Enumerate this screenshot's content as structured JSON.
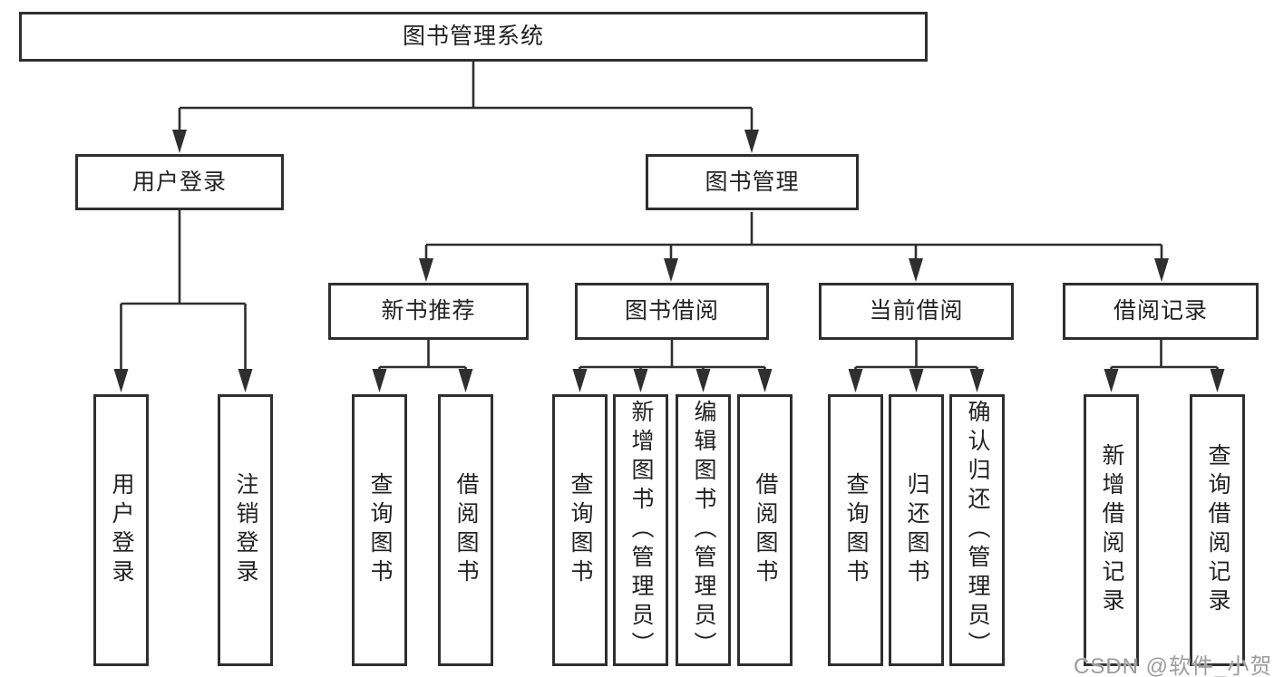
{
  "colors": {
    "line": "#2f2f2f",
    "text": "#222222",
    "background": "#ffffff",
    "watermark": "#9c9c9c"
  },
  "diagram": {
    "watermark": "CSDN @软件_小贺同学",
    "root": {
      "label": "图书管理系统",
      "children": [
        {
          "label": "用户登录",
          "children": [
            {
              "label": "用户登录"
            },
            {
              "label": "注销登录"
            }
          ]
        },
        {
          "label": "图书管理",
          "children": [
            {
              "label": "新书推荐",
              "children": [
                {
                  "label": "查询图书"
                },
                {
                  "label": "借阅图书"
                }
              ]
            },
            {
              "label": "图书借阅",
              "children": [
                {
                  "label": "查询图书"
                },
                {
                  "label": "新增图书（管理员）"
                },
                {
                  "label": "编辑图书（管理员）"
                },
                {
                  "label": "借阅图书"
                }
              ]
            },
            {
              "label": "当前借阅",
              "children": [
                {
                  "label": "查询图书"
                },
                {
                  "label": "归还图书"
                },
                {
                  "label": "确认归还（管理员）"
                }
              ]
            },
            {
              "label": "借阅记录",
              "children": [
                {
                  "label": "新增借阅记录"
                },
                {
                  "label": "查询借阅记录"
                }
              ]
            }
          ]
        }
      ]
    }
  }
}
